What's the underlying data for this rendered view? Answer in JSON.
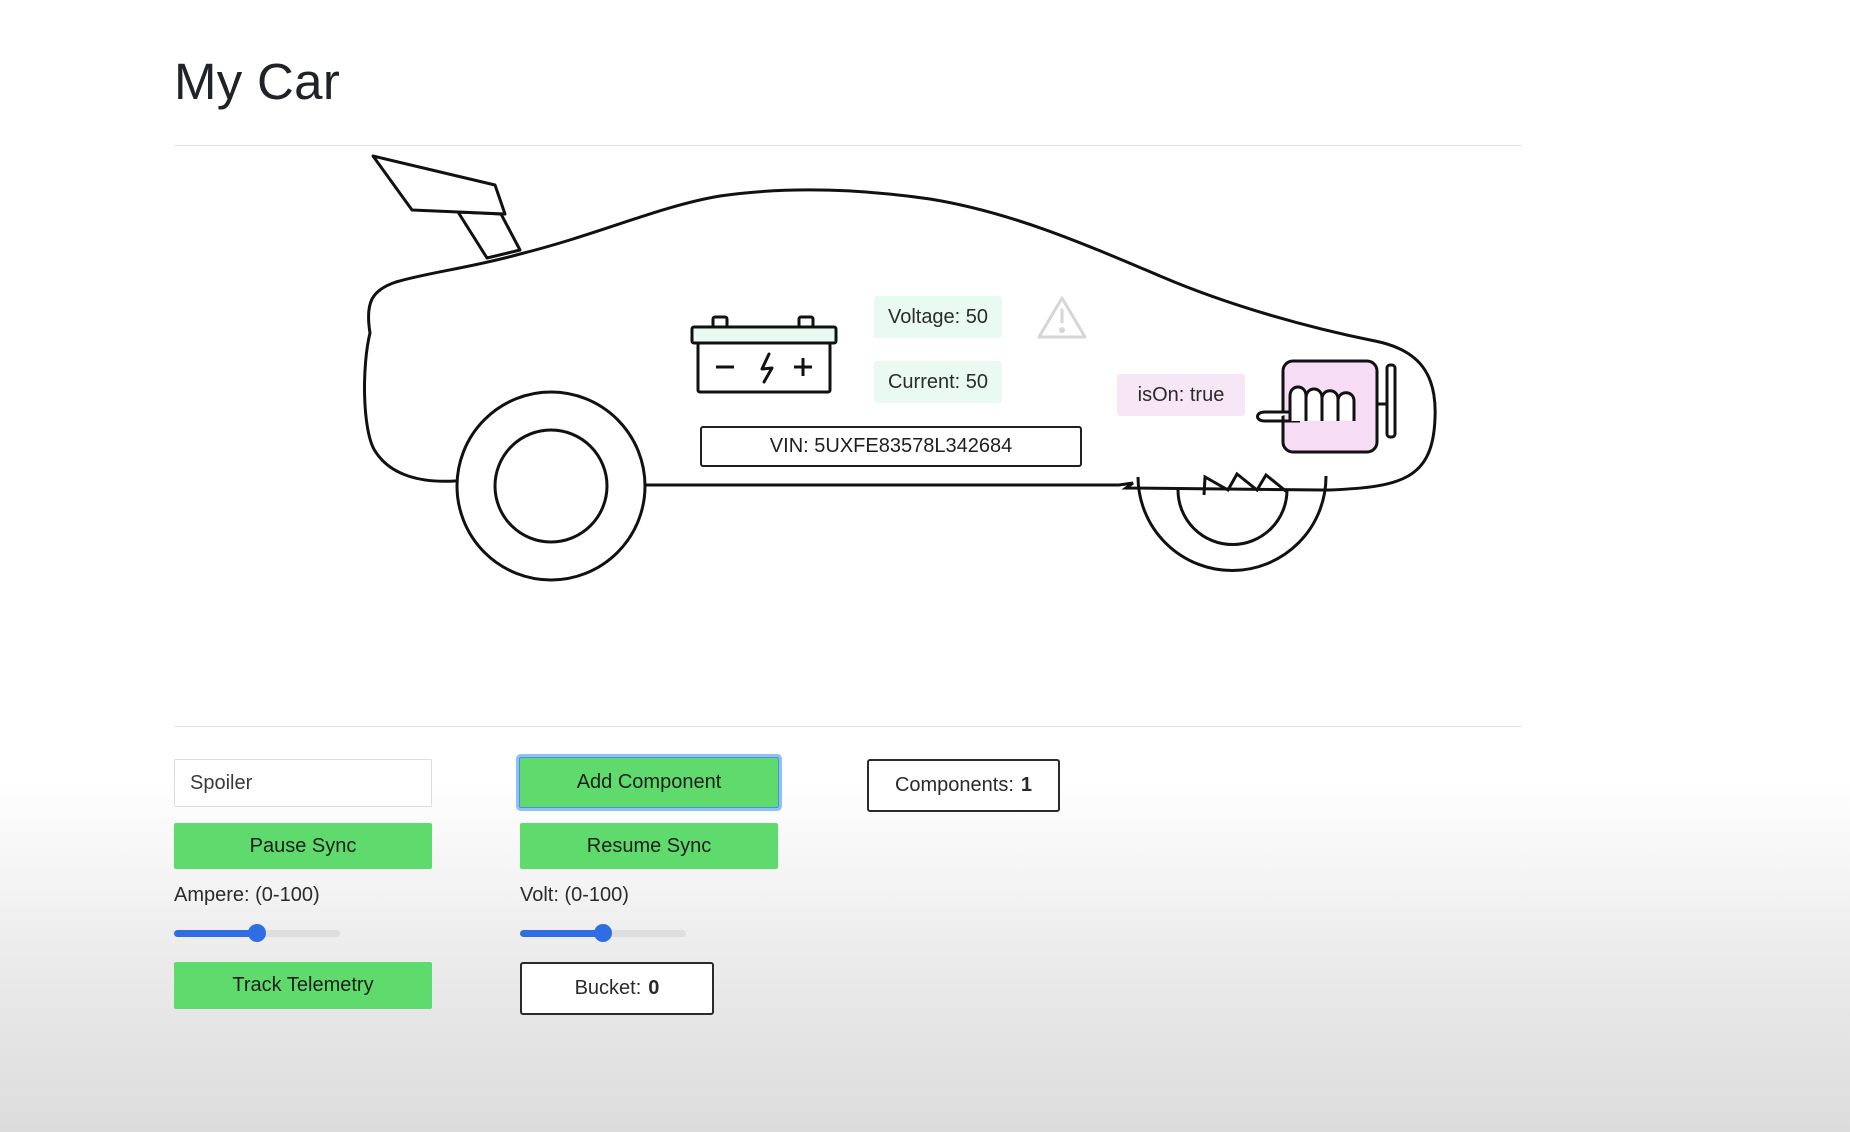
{
  "page": {
    "title": "My Car"
  },
  "car": {
    "voltage_label": "Voltage: 50",
    "current_label": "Current: 50",
    "is_on_label": "isOn: true",
    "vin_label": "VIN: 5UXFE83578L342684"
  },
  "controls": {
    "component_input": {
      "value": "Spoiler",
      "placeholder": ""
    },
    "add_component_label": "Add Component",
    "pause_sync_label": "Pause Sync",
    "resume_sync_label": "Resume Sync",
    "ampere": {
      "label": "Ampere: (0-100)",
      "value": 50,
      "min": 0,
      "max": 100
    },
    "volt": {
      "label": "Volt: (0-100)",
      "value": 50,
      "min": 0,
      "max": 100
    },
    "track_telemetry_label": "Track Telemetry",
    "components": {
      "label": "Components:",
      "count": "1"
    },
    "bucket": {
      "label": "Bucket:",
      "count": "0"
    }
  },
  "colors": {
    "button_green": "#5edb6c",
    "slider_blue": "#2f6de3",
    "chip_green": "#e8faf2",
    "chip_pink": "#f6e6f6",
    "engine_pink": "#f6dcf4"
  },
  "icons": [
    "spoiler-icon",
    "battery-icon",
    "warning-icon",
    "engine-icon",
    "wheel-icon"
  ]
}
